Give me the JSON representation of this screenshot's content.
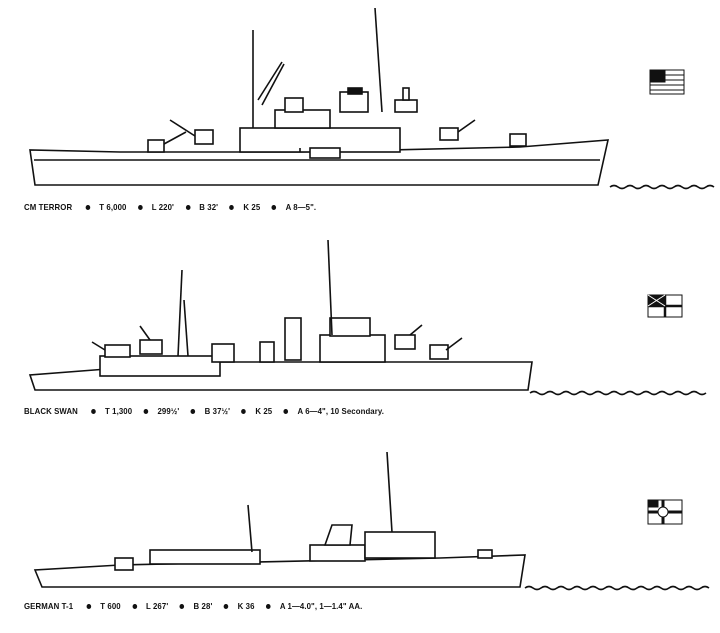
{
  "ships": [
    {
      "name": "CM  TERROR",
      "specs": [
        "T 6,000",
        "L 220'",
        "B 32'",
        "K 25",
        "A 8—5\"."
      ],
      "flag": "us-flag-icon"
    },
    {
      "name": "BLACK SWAN",
      "specs": [
        "T 1,300",
        "299½'",
        "B 37½'",
        "K 25",
        "A 6—4\", 10 Secondary."
      ],
      "flag": "white-ensign-icon"
    },
    {
      "name": "GERMAN T-1",
      "specs": [
        "T 600",
        "L 267'",
        "B 28'",
        "K 36",
        "A 1—4.0\", 1—1.4\" AA."
      ],
      "flag": "german-war-ensign-icon"
    }
  ],
  "colors": {
    "ink": "#111111",
    "paper": "#ffffff"
  }
}
